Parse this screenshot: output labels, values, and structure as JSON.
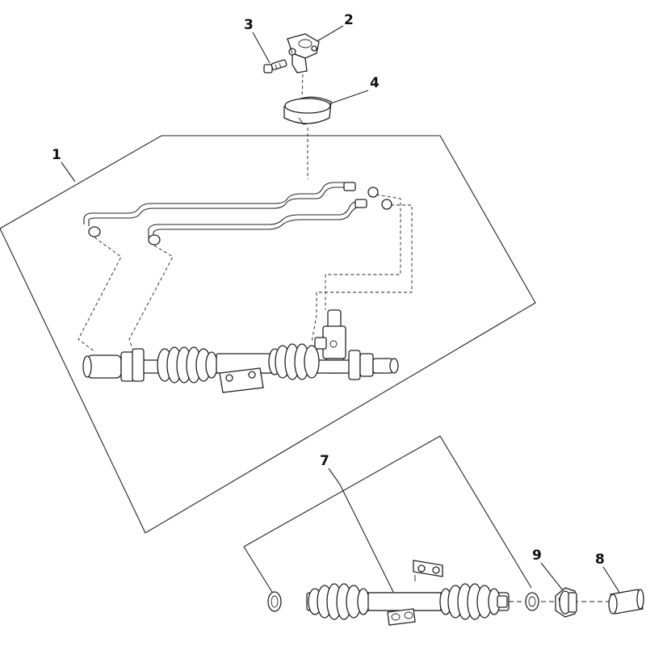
{
  "callouts": {
    "c1": "1",
    "c2": "2",
    "c3": "3",
    "c4": "4",
    "c7": "7",
    "c8": "8",
    "c9": "9"
  }
}
